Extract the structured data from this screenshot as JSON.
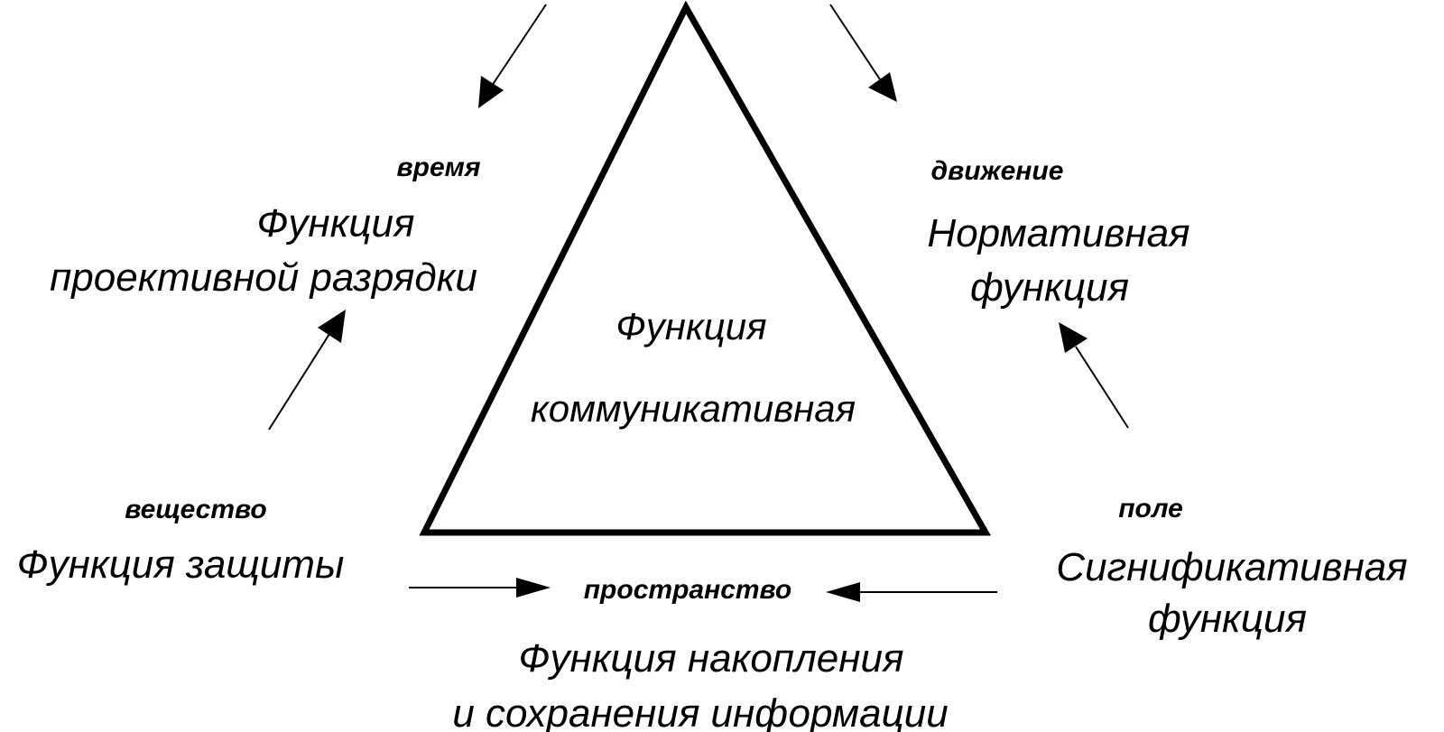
{
  "diagram": {
    "center": {
      "line1": "Функция",
      "line2": "коммуникативная"
    },
    "top_left": {
      "category": "время",
      "line1": "Функция",
      "line2": "проективной разрядки"
    },
    "top_right": {
      "category": "движение",
      "line1": "Нормативная",
      "line2": "функция"
    },
    "bottom_left": {
      "category": "вещество",
      "line1": "Функция защиты"
    },
    "bottom_right": {
      "category": "поле",
      "line1": "Сигнификативная",
      "line2": "функция"
    },
    "bottom_center": {
      "category": "пространство",
      "line1": "Функция накопления",
      "line2": "и сохранения информации"
    }
  },
  "colors": {
    "stroke": "#000000",
    "background": "#ffffff"
  }
}
